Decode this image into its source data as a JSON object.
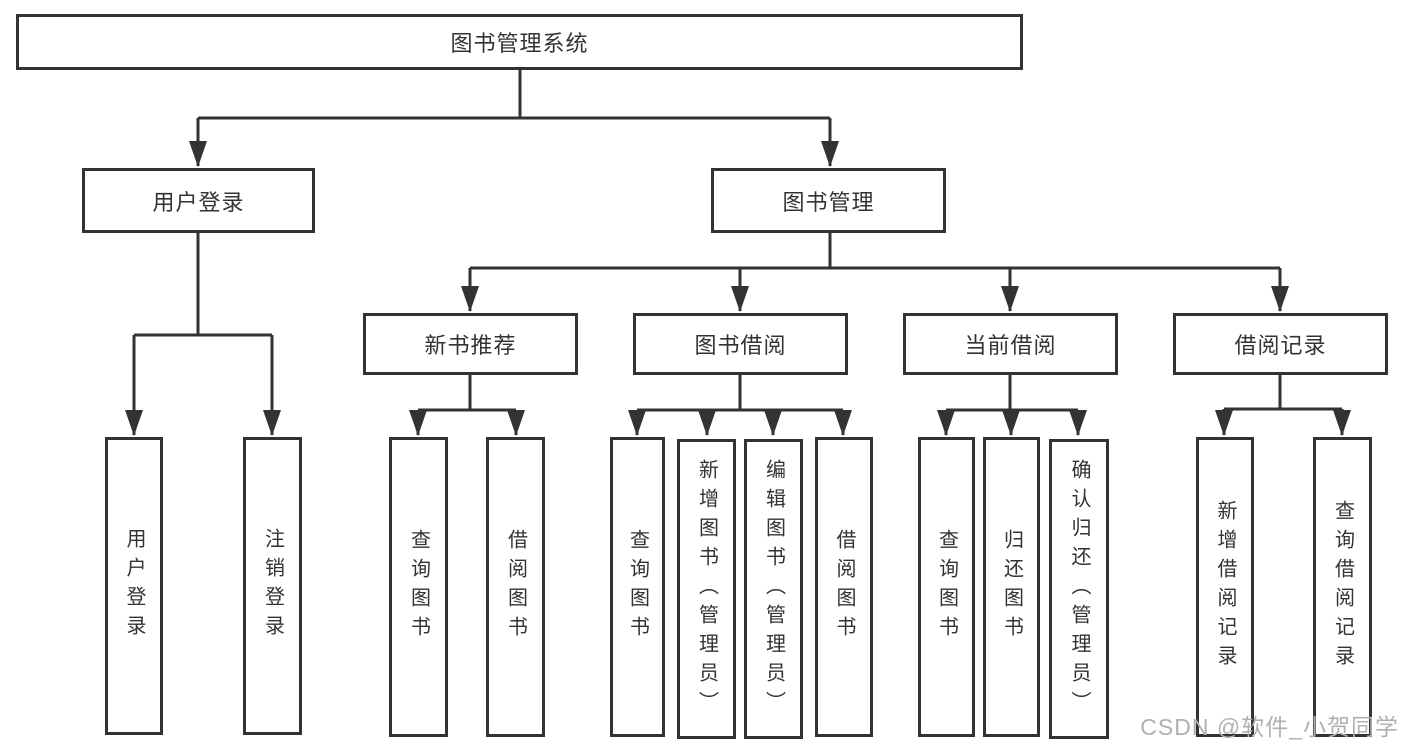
{
  "tree": {
    "root": {
      "label": "图书管理系统",
      "children": [
        {
          "label": "用户登录",
          "children": [
            {
              "label": "用户登录"
            },
            {
              "label": "注销登录"
            }
          ]
        },
        {
          "label": "图书管理",
          "children": [
            {
              "label": "新书推荐",
              "children": [
                {
                  "label": "查询图书"
                },
                {
                  "label": "借阅图书"
                }
              ]
            },
            {
              "label": "图书借阅",
              "children": [
                {
                  "label": "查询图书"
                },
                {
                  "label": "新增图书（管理员）"
                },
                {
                  "label": "编辑图书（管理员）"
                },
                {
                  "label": "借阅图书"
                }
              ]
            },
            {
              "label": "当前借阅",
              "children": [
                {
                  "label": "查询图书"
                },
                {
                  "label": "归还图书"
                },
                {
                  "label": "确认归还（管理员）"
                }
              ]
            },
            {
              "label": "借阅记录",
              "children": [
                {
                  "label": "新增借阅记录"
                },
                {
                  "label": "查询借阅记录"
                }
              ]
            }
          ]
        }
      ]
    }
  },
  "watermark": {
    "text": "CSDN @软件_小贺同学"
  },
  "colors": {
    "line": "#333333",
    "text": "#333333",
    "watermark": "#b0b0b0",
    "background": "#ffffff"
  }
}
